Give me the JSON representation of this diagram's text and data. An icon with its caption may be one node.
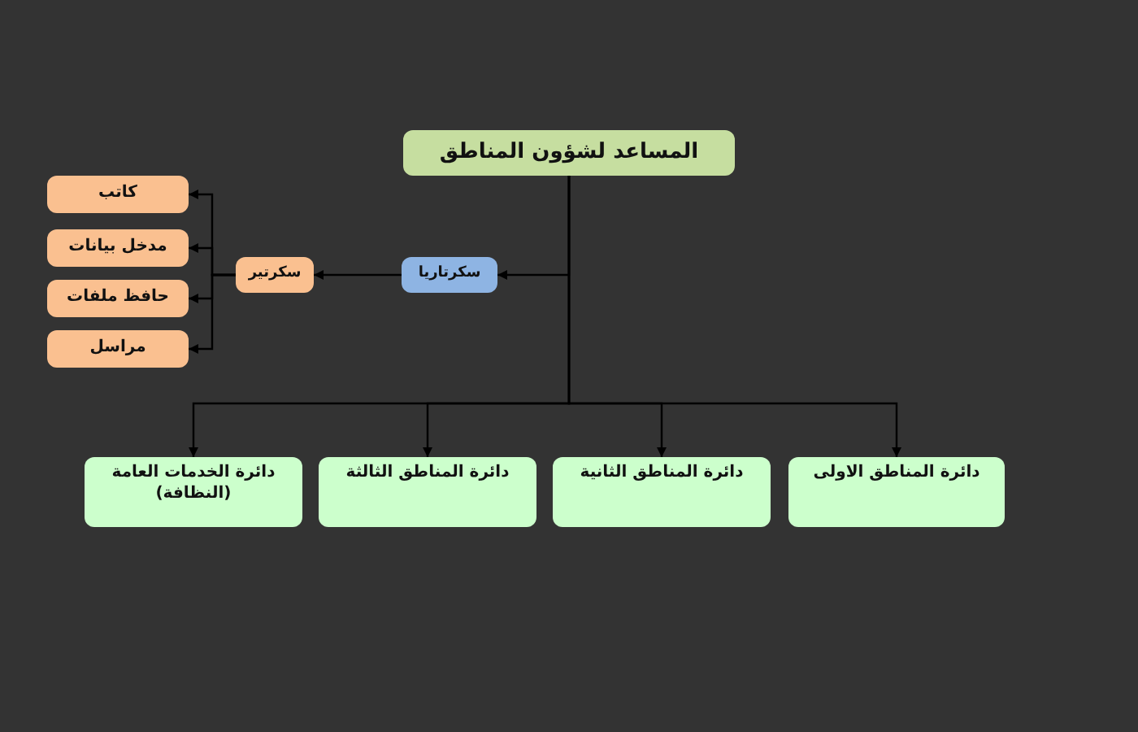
{
  "diagram": {
    "nodes": [
      {
        "text": [
          "المساعد لشؤون المناطق"
        ]
      },
      {
        "text": [
          "سكرتاريا"
        ]
      },
      {
        "text": [
          "سكرتير"
        ]
      },
      {
        "text": [
          "كاتب"
        ]
      },
      {
        "text": [
          "مدخل بيانات"
        ]
      },
      {
        "text": [
          "حافظ ملفات"
        ]
      },
      {
        "text": [
          "مراسل"
        ]
      },
      {
        "text": [
          "دائرة المناطق الاولى"
        ]
      },
      {
        "text": [
          "دائرة المناطق الثانية"
        ]
      },
      {
        "text": [
          "دائرة المناطق الثالثة"
        ]
      },
      {
        "text": [
          "دائرة الخدمات العامة (النظافة)"
        ]
      }
    ],
    "edges": [
      {
        "from": 0,
        "to": 1,
        "arrow": "to"
      },
      {
        "from": 1,
        "to": 2,
        "arrow": "to"
      },
      {
        "from": 2,
        "to": 3,
        "arrow": "to"
      },
      {
        "from": 2,
        "to": 4,
        "arrow": "to"
      },
      {
        "from": 2,
        "to": 5,
        "arrow": "to"
      },
      {
        "from": 2,
        "to": 6,
        "arrow": "to"
      },
      {
        "from": 0,
        "to": 7,
        "arrow": "to"
      },
      {
        "from": 0,
        "to": 8,
        "arrow": "to"
      },
      {
        "from": 0,
        "to": 9,
        "arrow": "to"
      },
      {
        "from": 0,
        "to": 10,
        "arrow": "to"
      }
    ]
  }
}
